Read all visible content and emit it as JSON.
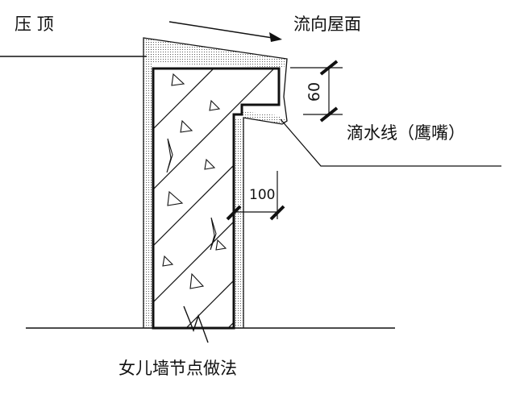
{
  "labels": {
    "top_coping": "压 顶",
    "flow_direction": "流向屋面",
    "drip_line": "滴水线（鹰嘴）",
    "dim_drip": "60",
    "dim_gap": "100",
    "caption": "女儿墙节点做法"
  },
  "colors": {
    "ink": "#111111",
    "paper": "#ffffff"
  },
  "icons": {
    "flow": "arrow-right-icon",
    "dim_tick": "slash-tick-icon"
  }
}
